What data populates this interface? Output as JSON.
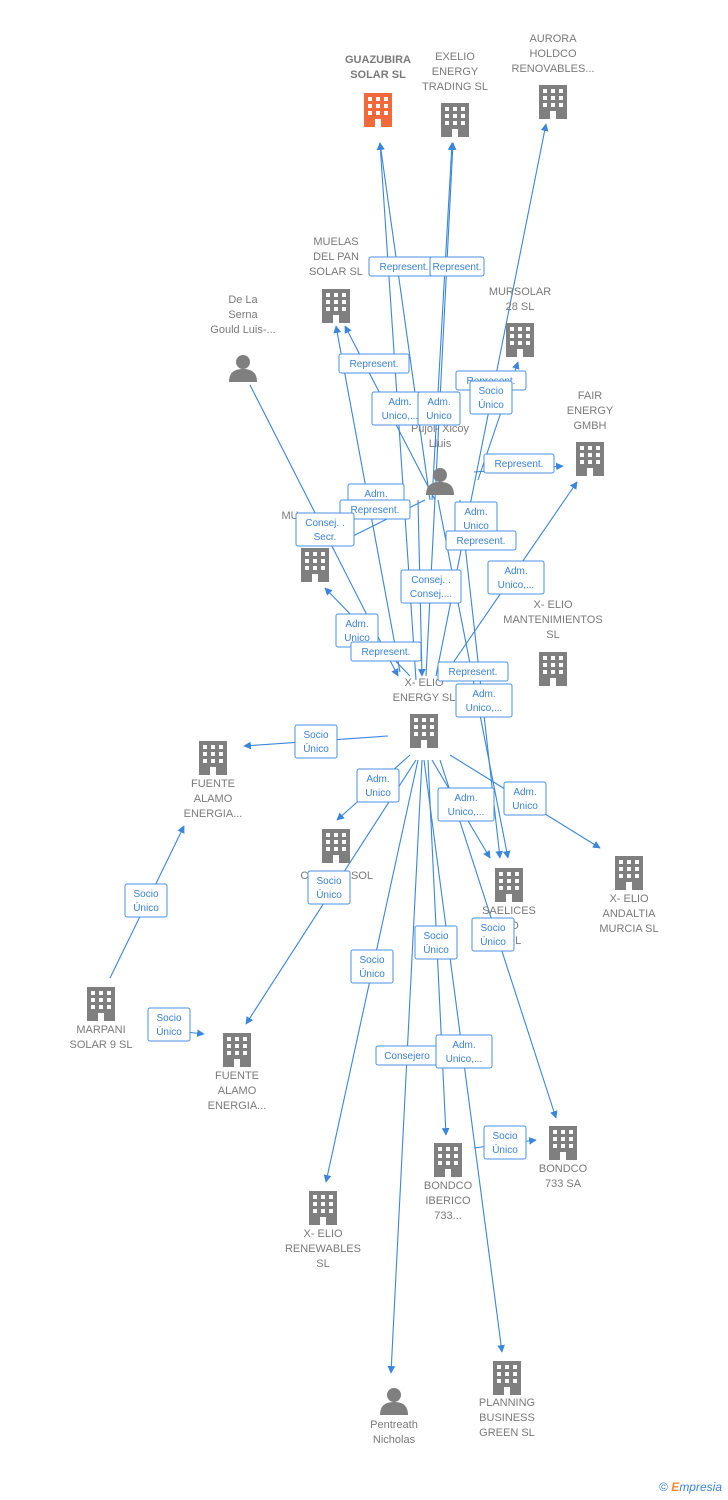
{
  "colors": {
    "edge": "#3b86dd",
    "building": "#7f7f7f",
    "focus": "#f26a3b",
    "person": "#7f7f7f"
  },
  "footer": {
    "copyright": "©",
    "brand_first": "E",
    "brand_rest": "mpresia"
  },
  "nodes": [
    {
      "id": "guazubira",
      "type": "company",
      "focus": true,
      "lines": [
        "GUAZUBIRA",
        "SOLAR  SL"
      ]
    },
    {
      "id": "exelio",
      "type": "company",
      "lines": [
        "EXELIO",
        "ENERGY",
        "TRADING  SL"
      ]
    },
    {
      "id": "aurora",
      "type": "company",
      "lines": [
        "AURORA",
        "HOLDCO",
        "RENOVABLES..."
      ]
    },
    {
      "id": "muelas",
      "type": "company",
      "lines": [
        "MUELAS",
        "DEL PAN",
        "SOLAR SL"
      ]
    },
    {
      "id": "mursolar",
      "type": "company",
      "lines": [
        "MURSOLAR",
        "28 SL"
      ]
    },
    {
      "id": "delaserna",
      "type": "person",
      "lines": [
        "De La",
        "Serna",
        "Gould Luis-..."
      ]
    },
    {
      "id": "pujol",
      "type": "person",
      "lines": [
        "Pujol- Xicoy",
        "Lluis"
      ]
    },
    {
      "id": "fair",
      "type": "company",
      "lines": [
        "FAIR",
        "ENERGY",
        "GMBH"
      ]
    },
    {
      "id": "mu",
      "type": "company",
      "lines": [
        "MU"
      ]
    },
    {
      "id": "xelio_mant",
      "type": "company",
      "lines": [
        "X- ELIO",
        "MANTENIMIENTOS",
        "SL"
      ]
    },
    {
      "id": "xelio_energy",
      "type": "company",
      "lines": [
        "X- ELIO",
        "ENERGY  SL"
      ]
    },
    {
      "id": "fuente1",
      "type": "company",
      "lines": [
        "FUENTE",
        "ALAMO",
        "ENERGIA..."
      ]
    },
    {
      "id": "casol",
      "type": "company",
      "lines": [
        "CA",
        "SOL"
      ]
    },
    {
      "id": "saelices",
      "type": "company",
      "lines": [
        "SAELICES",
        "ICO",
        "R SL"
      ]
    },
    {
      "id": "andaltia",
      "type": "company",
      "lines": [
        "X- ELIO",
        "ANDALTIA",
        "MURCIA  SL"
      ]
    },
    {
      "id": "marpani",
      "type": "company",
      "lines": [
        "MARPANI",
        "SOLAR 9  SL"
      ]
    },
    {
      "id": "fuente2",
      "type": "company",
      "lines": [
        "FUENTE",
        "ALAMO",
        "ENERGIA..."
      ]
    },
    {
      "id": "bondco_ib",
      "type": "company",
      "lines": [
        "BONDCO",
        "IBERICO",
        "733..."
      ]
    },
    {
      "id": "bondco733",
      "type": "company",
      "lines": [
        "BONDCO",
        "733 SA"
      ]
    },
    {
      "id": "renewables",
      "type": "company",
      "lines": [
        "X- ELIO",
        "RENEWABLES",
        "SL"
      ]
    },
    {
      "id": "pentreath",
      "type": "person",
      "lines": [
        "Pentreath",
        "Nicholas"
      ]
    },
    {
      "id": "planning",
      "type": "company",
      "lines": [
        "PLANNING",
        "BUSINESS",
        "GREEN  SL"
      ]
    }
  ],
  "relations": [
    {
      "id": "r1",
      "lines": [
        "Represent."
      ]
    },
    {
      "id": "r2",
      "lines": [
        "Represent."
      ]
    },
    {
      "id": "r3",
      "lines": [
        "Represent."
      ]
    },
    {
      "id": "r4",
      "lines": [
        "Represent."
      ]
    },
    {
      "id": "r5",
      "lines": [
        "Socio",
        "Único"
      ]
    },
    {
      "id": "r6",
      "lines": [
        "Adm.",
        "Unico,..."
      ]
    },
    {
      "id": "r7",
      "lines": [
        "Adm.",
        "Unico"
      ]
    },
    {
      "id": "r8",
      "lines": [
        "Represent."
      ]
    },
    {
      "id": "r9",
      "lines": [
        "Adm."
      ]
    },
    {
      "id": "r10",
      "lines": [
        "Represent."
      ]
    },
    {
      "id": "r11",
      "lines": [
        "Consej. .",
        "Secr."
      ]
    },
    {
      "id": "r12",
      "lines": [
        "Adm.",
        "Unico"
      ]
    },
    {
      "id": "r13",
      "lines": [
        "Represent."
      ]
    },
    {
      "id": "r14",
      "lines": [
        "Adm.",
        "Unico,..."
      ]
    },
    {
      "id": "r15",
      "lines": [
        "Consej. .",
        "Consej...."
      ]
    },
    {
      "id": "r16",
      "lines": [
        "Adm.",
        "Unico"
      ]
    },
    {
      "id": "r17",
      "lines": [
        "Represent."
      ]
    },
    {
      "id": "r18",
      "lines": [
        "Represent."
      ]
    },
    {
      "id": "r19",
      "lines": [
        "Adm.",
        "Unico,..."
      ]
    },
    {
      "id": "r20",
      "lines": [
        "Socio",
        "Único"
      ]
    },
    {
      "id": "r21",
      "lines": [
        "Adm.",
        "Unico"
      ]
    },
    {
      "id": "r22",
      "lines": [
        "Adm.",
        "Unico,..."
      ]
    },
    {
      "id": "r23",
      "lines": [
        "Adm.",
        "Unico"
      ]
    },
    {
      "id": "r24",
      "lines": [
        "Socio",
        "Único"
      ]
    },
    {
      "id": "r25",
      "lines": [
        "Socio",
        "Único"
      ]
    },
    {
      "id": "r26",
      "lines": [
        "Socio",
        "Único"
      ]
    },
    {
      "id": "r27",
      "lines": [
        "Socio",
        "Único"
      ]
    },
    {
      "id": "r28",
      "lines": [
        "Socio",
        "Único"
      ]
    },
    {
      "id": "r29",
      "lines": [
        "Socio",
        "Único"
      ]
    },
    {
      "id": "r30",
      "lines": [
        "Consejero"
      ]
    },
    {
      "id": "r31",
      "lines": [
        "Adm.",
        "Unico,..."
      ]
    },
    {
      "id": "r32",
      "lines": [
        "Socio",
        "Único"
      ]
    }
  ]
}
